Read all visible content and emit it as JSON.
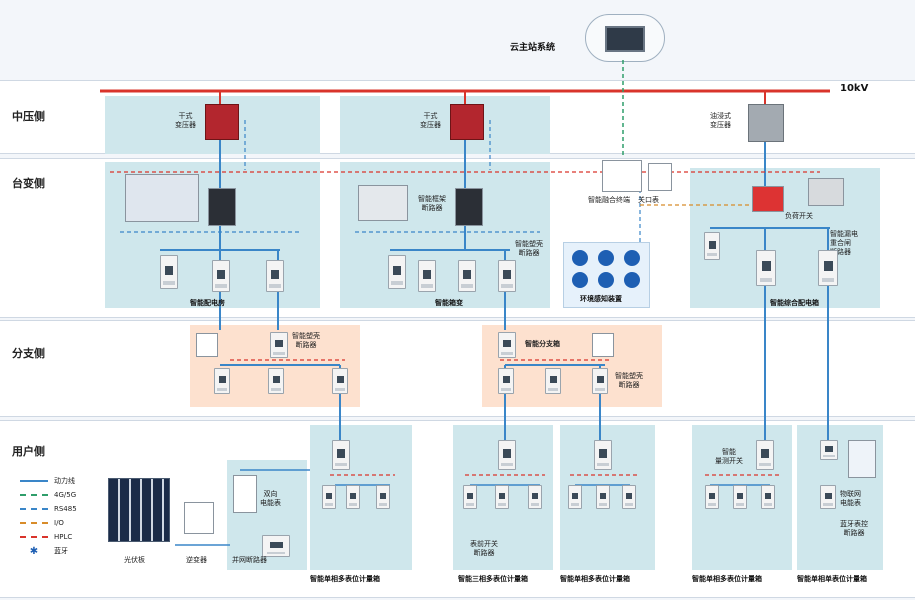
{
  "cloud": {
    "label": "云主站系统"
  },
  "bus": {
    "voltage_label": "10kV"
  },
  "rows": [
    {
      "label": "中压侧"
    },
    {
      "label": "台变侧"
    },
    {
      "label": "分支侧"
    },
    {
      "label": "用户侧"
    }
  ],
  "transformers": [
    {
      "label": "干式\n变压器"
    },
    {
      "label": "干式\n变压器"
    },
    {
      "label": "油浸式\n变压器"
    }
  ],
  "station_labels": {
    "left_room": "智能配电房",
    "mid_room": "智能箱变",
    "right_room": "智能综合配电箱",
    "env_panel": "环境感知装置",
    "smart_frame": "智能框架\n断路器",
    "smart_plastic": "智能塑壳\n断路器",
    "fusion_terminal": "智能融合终端",
    "gate_meter": "关口表",
    "load_switch": "负荷开关",
    "smart_leakage": "智能漏电\n重合闸\n断路器"
  },
  "branch_labels": {
    "left_plastic": "智能塑壳\n断路器",
    "right_box": "智能分支箱",
    "right_plastic": "智能塑壳\n断路器"
  },
  "user_labels": {
    "box1": "智能单相多表位计量箱",
    "box2": "智能三相多表位计量箱",
    "box3": "智能单相多表位计量箱",
    "box4": "智能单相多表位计量箱",
    "box5": "智能单相单表位计量箱",
    "bidirectional_meter": "双向\n电能表",
    "grid_breaker": "并网断路器",
    "inverter": "逆变器",
    "pv_panel": "光伏板",
    "meter_front": "表前开关\n断路器",
    "smart_meter_switch": "智能\n量测开关",
    "iot_meter": "物联网\n电能表",
    "bt_breaker": "蓝牙表控\n断路器"
  },
  "legend": [
    {
      "label": "动力线",
      "color": "#3a86c8",
      "style": "solid"
    },
    {
      "label": "4G/5G",
      "color": "#2f9e6b",
      "style": "dashed"
    },
    {
      "label": "RS485",
      "color": "#3a86c8",
      "style": "dashed"
    },
    {
      "label": "I/O",
      "color": "#d88c2a",
      "style": "dashed"
    },
    {
      "label": "HPLC",
      "color": "#d9342b",
      "style": "dashed"
    },
    {
      "label": "蓝牙",
      "color": "#1e5fb3",
      "style": "icon"
    }
  ]
}
